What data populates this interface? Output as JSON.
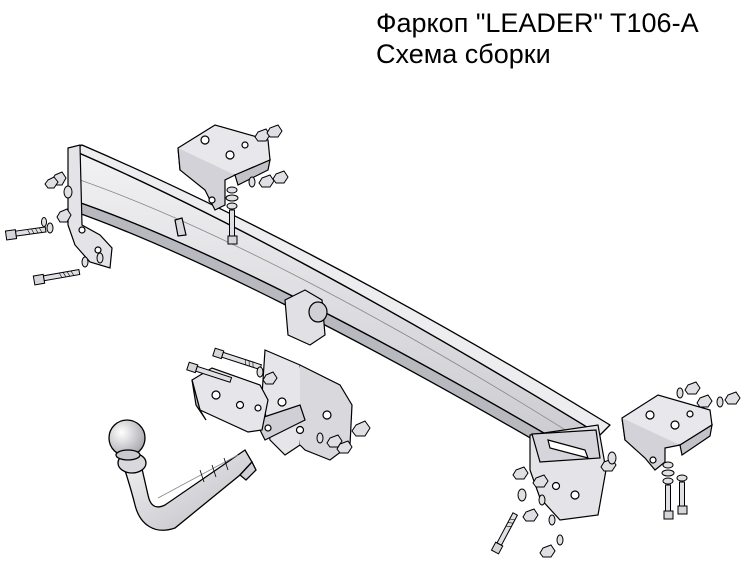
{
  "title": {
    "line1": "Фаркоп \"LEADER\" T106-A",
    "line2": "Схема сборки"
  },
  "colors": {
    "metal_light": "#e6e6e9",
    "metal_mid": "#cfcfd4",
    "metal_dark": "#a9a9b0",
    "outline": "#000000",
    "background": "#ffffff"
  },
  "icons": [
    "tow-bar-beam",
    "side-bracket-left",
    "side-bracket-right",
    "upper-bracket-left",
    "upper-bracket-right",
    "hitch-ball-arm",
    "socket-plate",
    "bolt",
    "nut",
    "washer"
  ]
}
